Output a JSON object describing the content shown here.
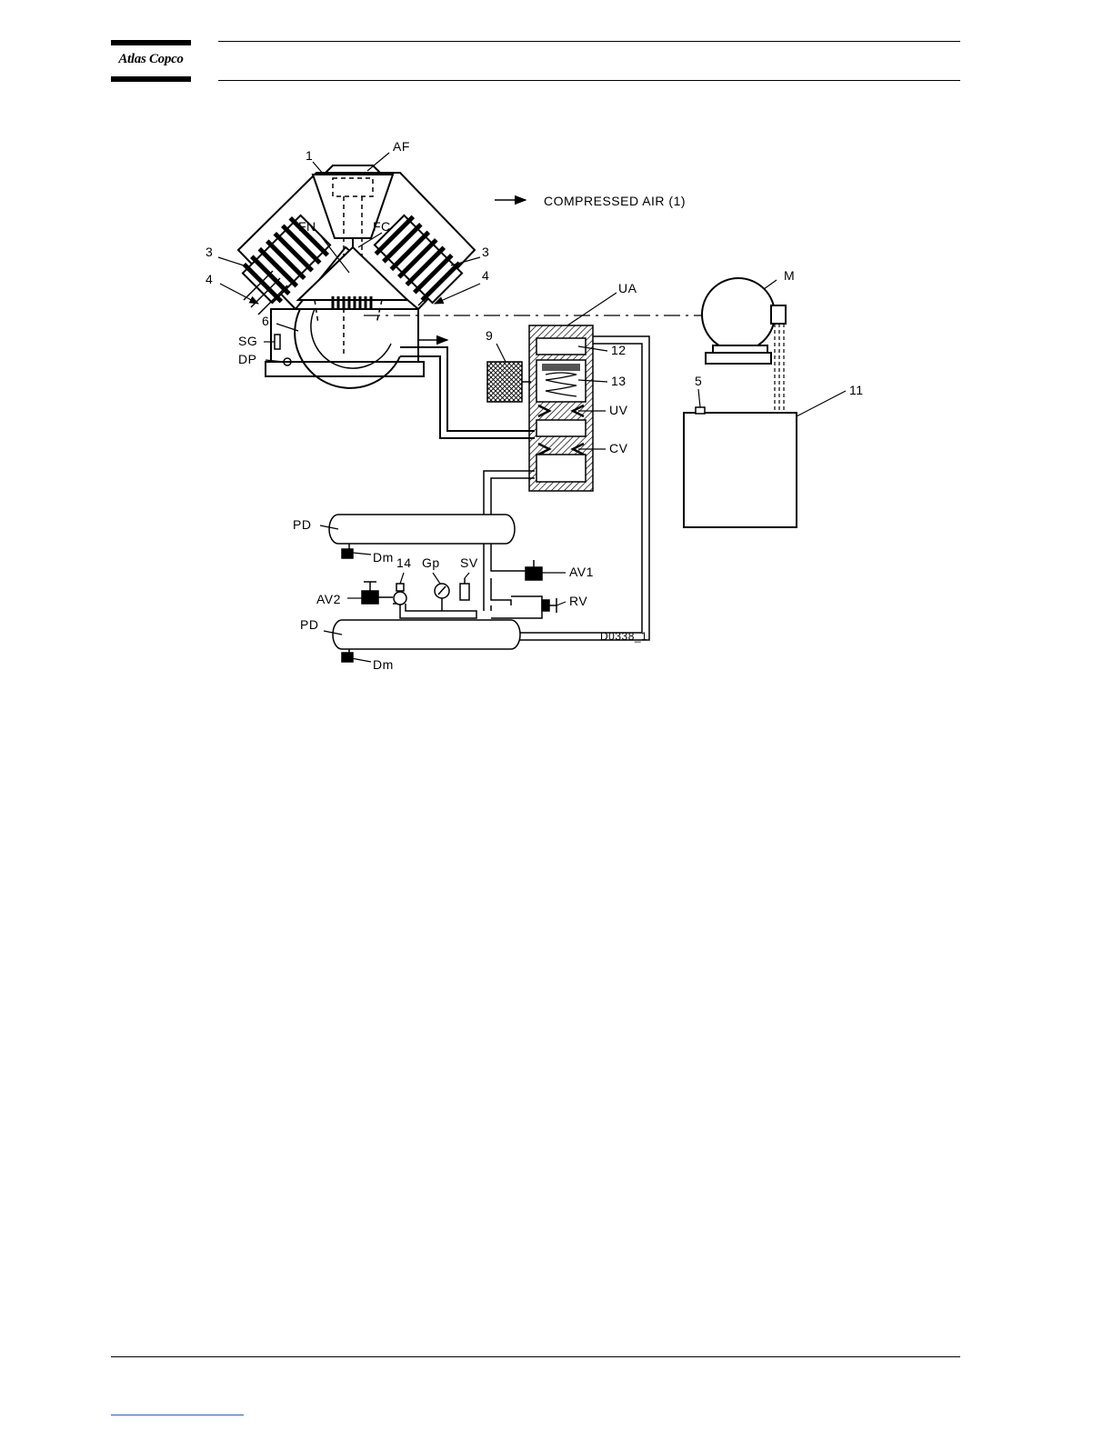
{
  "header": {
    "brand": "Atlas Copco"
  },
  "diagram": {
    "legend_text": "COMPRESSED AIR (1)",
    "figure_code": "D0338_1",
    "labels": {
      "one": "1",
      "af": "AF",
      "fn": "FN",
      "fc": "FC",
      "three_left": "3",
      "three_right": "3",
      "four_left": "4",
      "four_right": "4",
      "six": "6",
      "sg": "SG",
      "dp": "DP",
      "ua": "UA",
      "m": "M",
      "nine": "9",
      "twelve": "12",
      "thirteen": "13",
      "uv": "UV",
      "cv": "CV",
      "five": "5",
      "eleven": "11",
      "pd_top": "PD",
      "dm_top": "Dm",
      "fourteen": "14",
      "gp": "Gp",
      "sv": "SV",
      "av1": "AV1",
      "av2": "AV2",
      "rv": "RV",
      "pd_bottom": "PD",
      "dm_bottom": "Dm"
    }
  }
}
